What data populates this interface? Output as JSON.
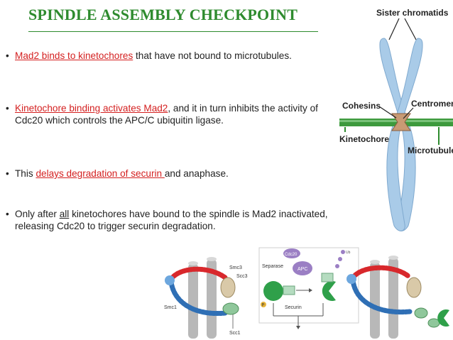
{
  "title": "SPINDLE ASSEMBLY CHECKPOINT",
  "bullets": [
    {
      "highlight": "Mad2 binds to kinetochores",
      "rest": " that have not bound to microtubules."
    },
    {
      "pre": " ",
      "highlight": "Kinetochore binding activates Mad2",
      "rest": ", and it in turn inhibits the activity of Cdc20 which controls the APC/C ubiquitin ligase."
    },
    {
      "pre": "This ",
      "highlight": "delays degradation of securin ",
      "rest": "and anaphase."
    },
    {
      "pre": " Only after ",
      "underlined": "all",
      "rest": " kinetochores have bound to the spindle is Mad2 inactivated, releasing Cdc20 to trigger securin degradation."
    }
  ],
  "chromosome_diagram": {
    "label_sister_chromatids": "Sister chromatids",
    "label_cohesins": "Cohesins",
    "label_centromere": "Centromere",
    "label_kinetochore": "Kinetochore",
    "label_microtubule": "Microtubule",
    "colors": {
      "chromatid": "#a9cbe8",
      "microtubule": "#3d9a3d",
      "kinetochore": "#c89a74",
      "label_green": "#2e8b2e"
    }
  },
  "cohesin_diagram": {
    "label_smc3": "Smc3",
    "label_scc3": "Scc3",
    "label_smc1": "Smc1",
    "label_scc1": "Scc1",
    "label_separase": "Separase",
    "label_apc": "APC",
    "label_cdc20": "Cdc20",
    "label_securin": "Securin",
    "label_ub": "Ub",
    "label_p": "P",
    "colors": {
      "rod": "#b8b8b8",
      "smc_red": "#d8282c",
      "smc_blue": "#2f6fb5",
      "enzyme_green": "#2fa04a",
      "apc_purple": "#9b7fc4"
    }
  }
}
